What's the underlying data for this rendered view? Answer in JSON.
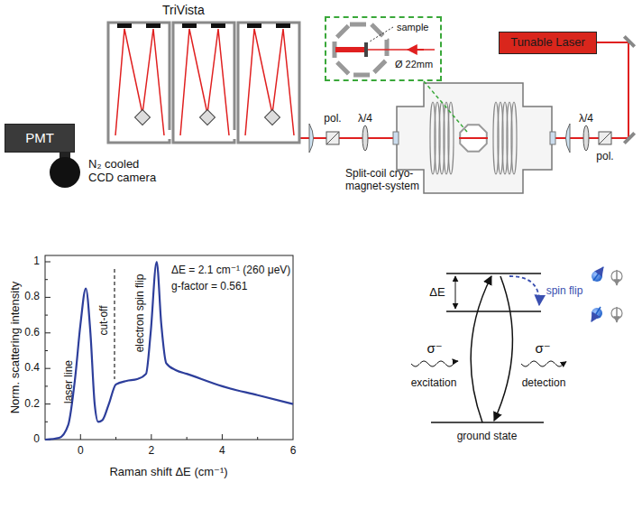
{
  "diagram": {
    "nodes": [
      {
        "text": [
          "TriVista"
        ]
      },
      {
        "text": [
          "PMT"
        ]
      },
      {
        "text": [
          "sample",
          "Ø 22mm"
        ]
      },
      {
        "text": [
          "Tunable Laser"
        ]
      }
    ],
    "labels": [
      "N₂ cooled CCD camera",
      "pol.",
      "λ/4",
      "Split-coil cryo- magnet-system",
      "λ/4",
      "pol.",
      "1",
      "0.8",
      "0.6",
      "0.4",
      "0.2",
      "0",
      "0",
      "2",
      "4",
      "6",
      "Norm. scattering intensity",
      "Raman shift ΔE (cm⁻¹)",
      "laser line",
      "cut-off",
      "electron spin flip",
      "ΔE = 2.1 cm⁻¹ (260 μeV)",
      "g-factor = 0.561",
      "ΔE",
      "spin flip",
      "σ⁻",
      "excitation",
      "σ⁻",
      "detection",
      "ground state"
    ]
  }
}
